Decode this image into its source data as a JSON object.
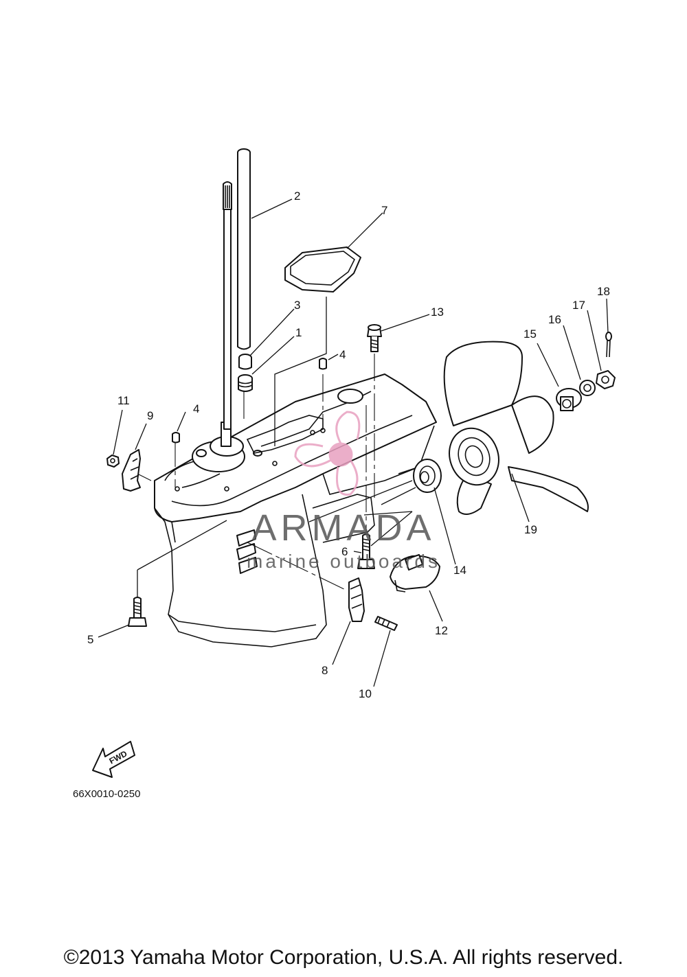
{
  "callouts": [
    {
      "id": "1",
      "label": "1"
    },
    {
      "id": "2",
      "label": "2"
    },
    {
      "id": "3",
      "label": "3"
    },
    {
      "id": "4a",
      "label": "4"
    },
    {
      "id": "4b",
      "label": "4"
    },
    {
      "id": "5",
      "label": "5"
    },
    {
      "id": "6",
      "label": "6"
    },
    {
      "id": "7",
      "label": "7"
    },
    {
      "id": "8",
      "label": "8"
    },
    {
      "id": "9",
      "label": "9"
    },
    {
      "id": "10",
      "label": "10"
    },
    {
      "id": "11",
      "label": "11"
    },
    {
      "id": "12",
      "label": "12"
    },
    {
      "id": "13",
      "label": "13"
    },
    {
      "id": "14",
      "label": "14"
    },
    {
      "id": "15",
      "label": "15"
    },
    {
      "id": "16",
      "label": "16"
    },
    {
      "id": "17",
      "label": "17"
    },
    {
      "id": "18",
      "label": "18"
    },
    {
      "id": "19",
      "label": "19"
    }
  ],
  "fwd_label": "FWD",
  "catalog_number": "66X0010-0250",
  "watermark": {
    "brand": "ARMADA",
    "tagline": "marine outboards",
    "brand_color": "#555555",
    "logo_color": "#e8a0c0"
  },
  "copyright": "©2013 Yamaha Motor Corporation, U.S.A. All rights reserved."
}
